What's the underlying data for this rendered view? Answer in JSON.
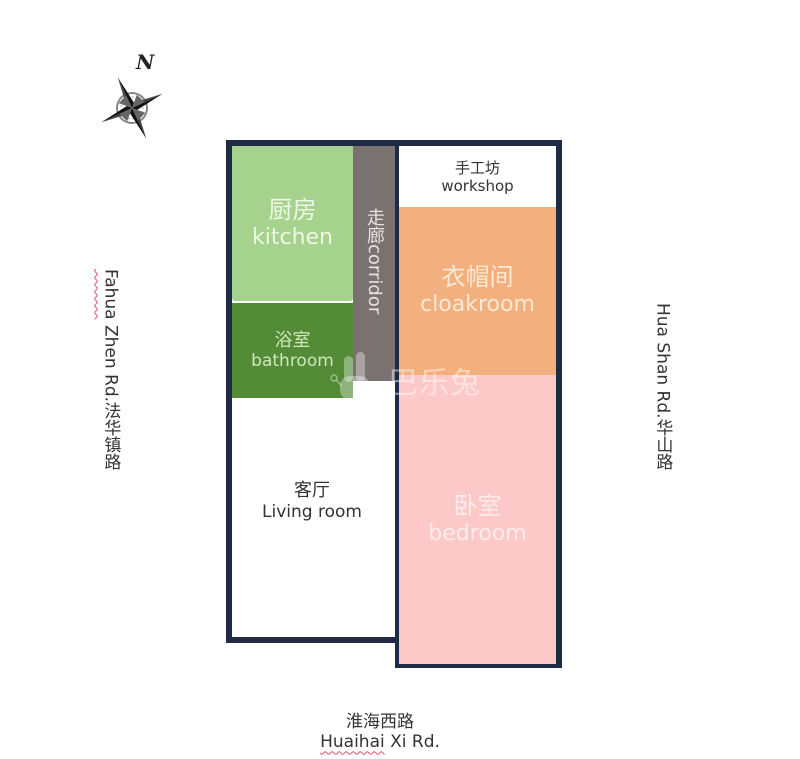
{
  "compass": {
    "label": "N",
    "icon": "compass-rose-icon",
    "rotation_deg": -25
  },
  "floorplan": {
    "colors": {
      "wall": "#1f2a44",
      "kitchen": "#a5d38e",
      "bathroom": "#548b36",
      "corridor": "#7a7270",
      "workshop": "#ffffff",
      "cloakroom": "#f2b07e",
      "bedroom": "#fdc9c8",
      "living": "#ffffff"
    },
    "rooms": {
      "kitchen": {
        "zh": "厨房",
        "en": "kitchen"
      },
      "bathroom": {
        "zh": "浴室",
        "en": "bathroom"
      },
      "corridor": {
        "zh": "走廊",
        "en": "corridor",
        "full": "走廊corridor"
      },
      "workshop": {
        "zh": "手工坊",
        "en": "workshop"
      },
      "cloakroom": {
        "zh": "衣帽间",
        "en": "cloakroom"
      },
      "bedroom": {
        "zh": "卧室",
        "en": "bedroom"
      },
      "living": {
        "zh": "客厅",
        "en": "Living room"
      }
    }
  },
  "streets": {
    "west": {
      "zh": "法华镇路",
      "en_underlined": "Fahua",
      "en_rest": " Zhen Rd."
    },
    "east": {
      "zh": "华山路",
      "en": "Hua Shan Rd."
    },
    "south": {
      "zh": "淮海西路",
      "en_underlined": "Huaihai",
      "en_rest": " Xi Rd."
    }
  },
  "watermark": {
    "text": "巴乐兔",
    "icon": "rabbit-logo-icon"
  }
}
